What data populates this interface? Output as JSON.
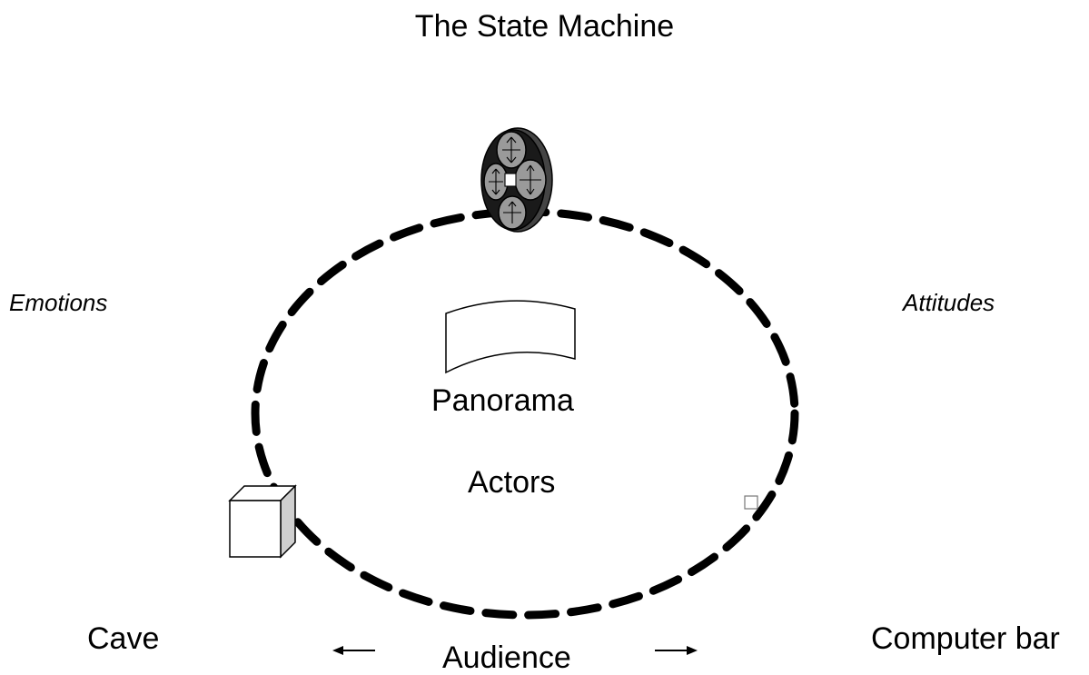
{
  "title": "The State Machine",
  "left_label": "Emotions",
  "right_label": "Attitudes",
  "center_top": "Panorama",
  "center_mid": "Actors",
  "bottom_left": "Cave",
  "bottom_center": "Audience",
  "bottom_right": "Computer bar",
  "colors": {
    "stroke": "#000000",
    "cube_side": "#cfcfcf",
    "disk_face": "#9a9a9a",
    "disk_dark": "#1a1a1a"
  },
  "icons": [
    "film-reel-disk-icon",
    "panorama-screen-icon",
    "cube-icon",
    "small-square-icon",
    "left-arrow-icon",
    "right-arrow-icon"
  ]
}
